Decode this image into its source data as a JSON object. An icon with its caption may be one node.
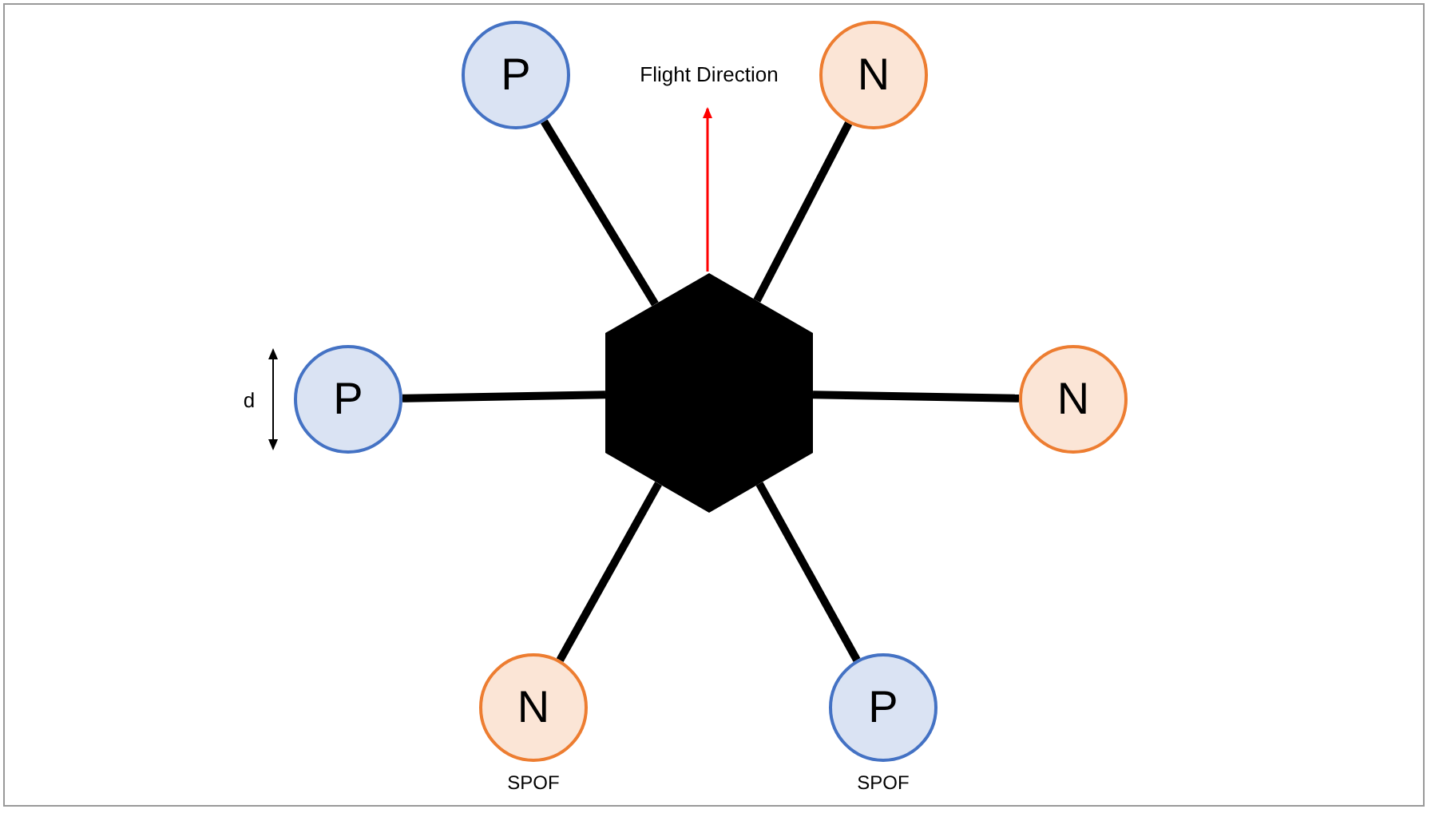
{
  "diagram": {
    "nodes": [
      {
        "text": [],
        "shape": "hexagon"
      },
      {
        "text": [
          "P"
        ]
      },
      {
        "text": [
          "N"
        ]
      },
      {
        "text": [
          "P"
        ]
      },
      {
        "text": [
          "N"
        ]
      },
      {
        "text": [
          "N"
        ],
        "beside": [
          "SPOF"
        ]
      },
      {
        "text": [
          "P"
        ],
        "beside": [
          "SPOF"
        ]
      }
    ],
    "edges": [
      {
        "from": 0,
        "to": 1,
        "arrow": "none"
      },
      {
        "from": 0,
        "to": 2,
        "arrow": "none"
      },
      {
        "from": 0,
        "to": 3,
        "arrow": "none"
      },
      {
        "from": 0,
        "to": 4,
        "arrow": "none"
      },
      {
        "from": 0,
        "to": 5,
        "arrow": "none"
      },
      {
        "from": 0,
        "to": 6,
        "arrow": "none"
      }
    ],
    "labels": [
      "Flight Direction",
      "d"
    ]
  }
}
